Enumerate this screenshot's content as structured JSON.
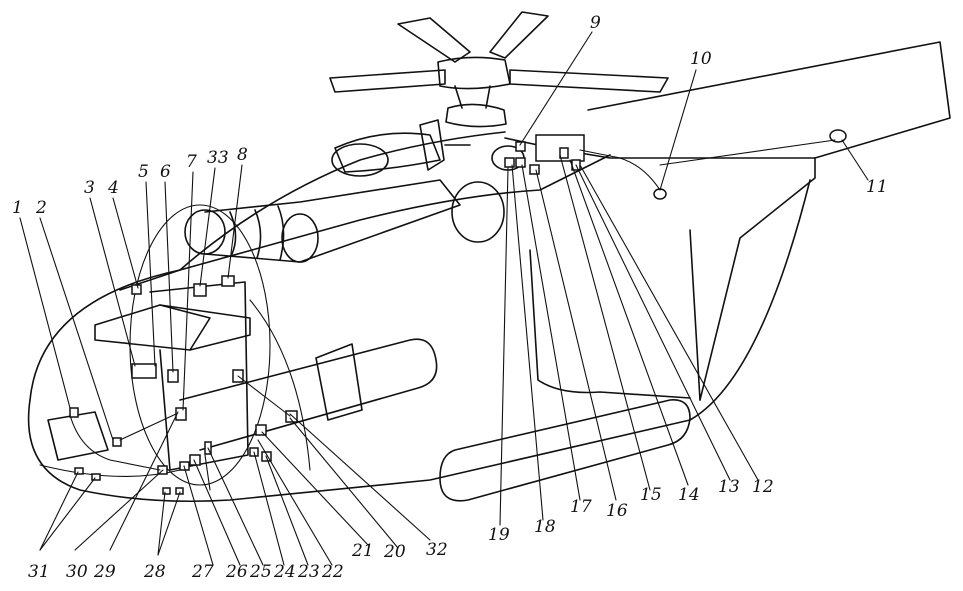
{
  "figure": {
    "labels": [
      "1",
      "2",
      "3",
      "4",
      "5",
      "6",
      "7",
      "33",
      "8",
      "9",
      "10",
      "11",
      "12",
      "13",
      "14",
      "15",
      "16",
      "17",
      "18",
      "19",
      "20",
      "21",
      "22",
      "23",
      "24",
      "25",
      "26",
      "27",
      "28",
      "29",
      "30",
      "31",
      "32"
    ]
  }
}
